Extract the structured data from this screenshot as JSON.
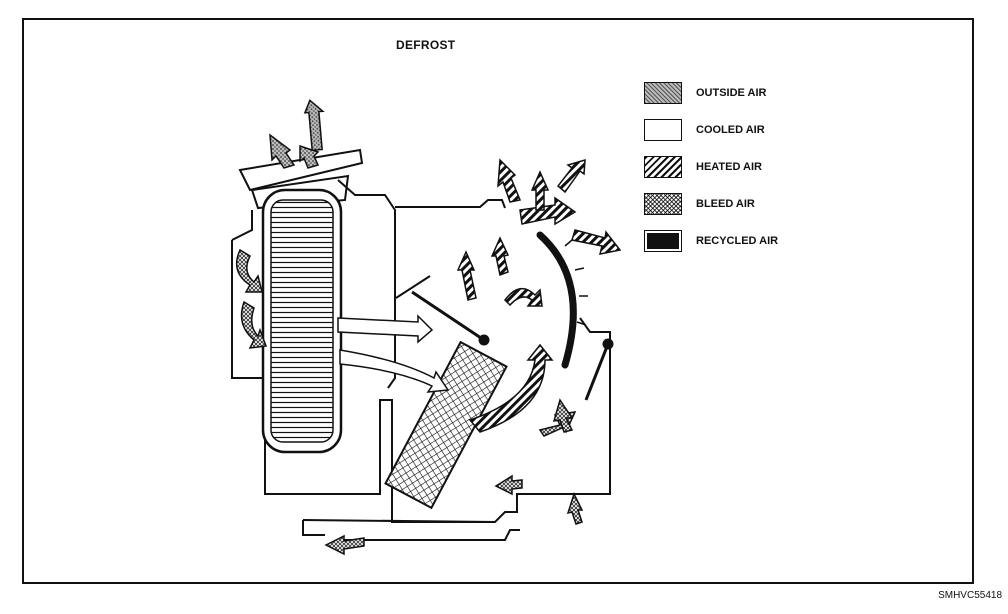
{
  "title": "DEFROST",
  "figure_id": "SMHVC55418",
  "legend": [
    {
      "label": "OUTSIDE AIR",
      "pattern": "outside"
    },
    {
      "label": "COOLED AIR",
      "pattern": "cooled"
    },
    {
      "label": "HEATED AIR",
      "pattern": "heated"
    },
    {
      "label": "BLEED AIR",
      "pattern": "bleed"
    },
    {
      "label": "RECYCLED AIR",
      "pattern": "recycled"
    }
  ]
}
